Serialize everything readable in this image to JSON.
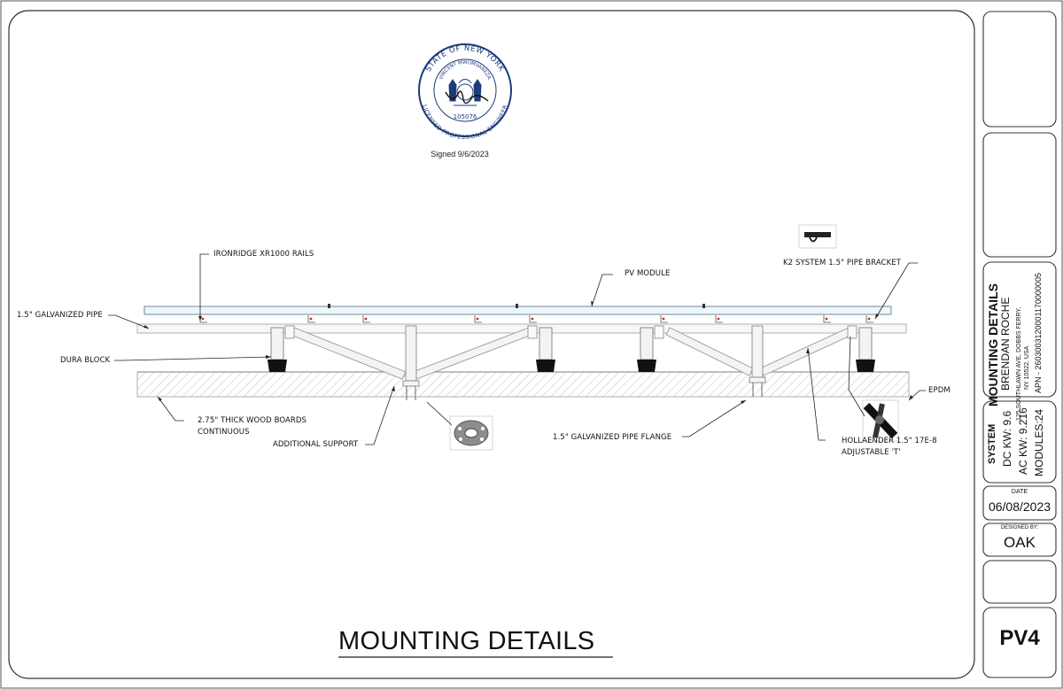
{
  "seal": {
    "ring_top": "STATE OF NEW YORK",
    "name": "VINCENT MWUMVANEZA",
    "license_no": "105076",
    "ring_bottom": "LICENSED PROFESSIONAL ENGINEER",
    "signed": "Signed  9/6/2023"
  },
  "labels": {
    "rails": "IRONRIDGE XR1000 RAILS",
    "pv_module": "PV MODULE",
    "k2_bracket": "K2 SYSTEM 1.5\" PIPE BRACKET",
    "pipe": "1.5\" GALVANIZED PIPE",
    "dura_block": "DURA BLOCK",
    "epdm": "EPDM",
    "wood_line1": "2.75\" THICK WOOD BOARDS",
    "wood_line2": "CONTINUOUS",
    "additional_support": "ADDITIONAL SUPPORT",
    "flange": "1.5\" GALVANIZED PIPE FLANGE",
    "hollaender_line1": "HOLLAENDER 1.5\" 17E-8",
    "hollaender_line2": "ADJUSTABLE 'T'"
  },
  "drawing_title": "MOUNTING DETAILS",
  "title_block": {
    "sheet_name": "MOUNTING DETAILS",
    "client": "BRENDAN ROCHE",
    "address_line1": "125 SOUTHLAWN AVE, DOBBS FERRY,",
    "address_line2": "NY 10522, USA",
    "apn": "APN - 2603003120001170000005",
    "system_heading": "SYSTEM",
    "dc_kw": "DC KW: 9.6",
    "ac_kw": "AC KW: 9.216",
    "modules": "MODULES:24",
    "date_label": "DATE",
    "date_value": "06/08/2023",
    "designed_label": "DESIGNED BY:",
    "designer": "OAK",
    "sheet_number": "PV4"
  }
}
